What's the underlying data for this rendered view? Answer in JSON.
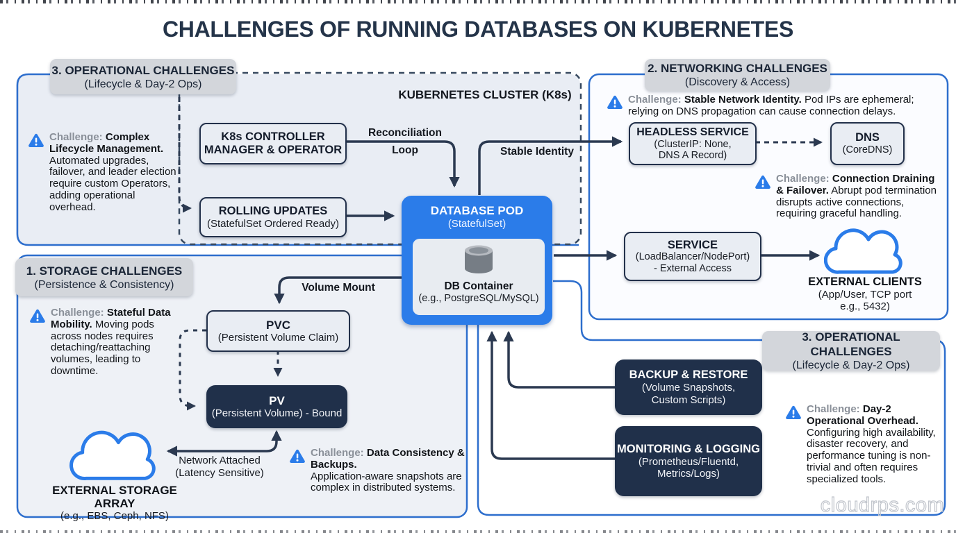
{
  "title": "CHALLENGES OF RUNNING DATABASES ON KUBERNETES",
  "watermark": "cloudrps.com",
  "cluster_label": "KUBERNETES CLUSTER (K8s)",
  "section_labels": {
    "operational_top": {
      "line1": "3. OPERATIONAL CHALLENGES",
      "line2": "(Lifecycle & Day-2 Ops)"
    },
    "networking": {
      "line1": "2. NETWORKING CHALLENGES",
      "line2": "(Discovery & Access)"
    },
    "storage": {
      "line1": "1. STORAGE CHALLENGES",
      "line2": "(Persistence & Consistency)"
    },
    "operational_bottom": {
      "line1": "3. OPERATIONAL CHALLENGES",
      "line2": "(Lifecycle & Day-2 Ops)"
    }
  },
  "nodes": {
    "controller": {
      "line1": "K8s CONTROLLER",
      "line2": "MANAGER & OPERATOR"
    },
    "rolling": {
      "line1": "ROLLING UPDATES",
      "line2": "(StatefulSet Ordered Ready)"
    },
    "pod": {
      "line1": "DATABASE POD",
      "line2": "(StatefulSet)"
    },
    "db_container": {
      "line1": "DB Container",
      "line2": "(e.g., PostgreSQL/MySQL)"
    },
    "headless": {
      "line1": "HEADLESS SERVICE",
      "line2": "(ClusterIP: None,",
      "line3": "DNS A Record)"
    },
    "dns": {
      "line1": "DNS",
      "line2": "(CoreDNS)"
    },
    "service": {
      "line1": "SERVICE",
      "line2": "(LoadBalancer/NodePort)",
      "line3": "- External Access"
    },
    "external_clients": {
      "line1": "EXTERNAL CLIENTS",
      "line2": "(App/User, TCP port",
      "line3": "e.g., 5432)"
    },
    "pvc": {
      "line1": "PVC",
      "line2": "(Persistent Volume Claim)"
    },
    "pv": {
      "line1": "PV",
      "line2": "(Persistent Volume) - Bound"
    },
    "storage_array": {
      "line1": "EXTERNAL STORAGE ARRAY",
      "line2": "(e.g., EBS, Ceph, NFS)"
    },
    "backup": {
      "line1": "BACKUP & RESTORE",
      "line2": "(Volume Snapshots,",
      "line3": "Custom Scripts)"
    },
    "monitoring": {
      "line1": "MONITORING & LOGGING",
      "line2": "(Prometheus/Fluentd,",
      "line3": "Metrics/Logs)"
    }
  },
  "edge_labels": {
    "reconciliation": {
      "line1": "Reconciliation",
      "line2": "Loop"
    },
    "stable_identity": "Stable Identity",
    "volume_mount": "Volume Mount",
    "network_attached": {
      "line1": "Network Attached",
      "line2": "(Latency Sensitive)"
    }
  },
  "challenges": {
    "lifecycle": {
      "label": "Challenge:",
      "bold": " Complex Lifecycle Management.",
      "rest": "\nAutomated upgrades, failover, and leader election require custom Operators, adding operational overhead."
    },
    "network_identity": {
      "label": "Challenge:",
      "bold": " Stable Network Identity.",
      "rest": " Pod IPs are ephemeral; relying on DNS propagation can cause connection delays."
    },
    "connection_draining": {
      "label": "Challenge:",
      "bold": " Connection Draining & Failover.",
      "rest": " Abrupt pod termination disrupts active connections, requiring graceful handling."
    },
    "stateful_mobility": {
      "label": "Challenge:",
      "bold": " Stateful Data Mobility.",
      "rest": " Moving pods across nodes requires detaching/reattaching volumes, leading to downtime."
    },
    "data_consistency": {
      "label": "Challenge:",
      "bold": " Data Consistency & Backups.",
      "rest": "\nApplication-aware snapshots are complex in distributed systems."
    },
    "day2_overhead": {
      "label": "Challenge:",
      "bold": " Day-2 Operational Overhead.",
      "rest": "\nConfiguring high availability, disaster recovery, and performance tuning is non-trivial and often requires specialized tools."
    }
  },
  "colors": {
    "accent_blue": "#2b7ce9",
    "border_blue": "#2d6ecd",
    "dark_navy": "#20304a",
    "arrow_dark": "#2b3950",
    "label_gray_bg": "#d3d6db",
    "challenge_label_gray": "#8a9099"
  }
}
